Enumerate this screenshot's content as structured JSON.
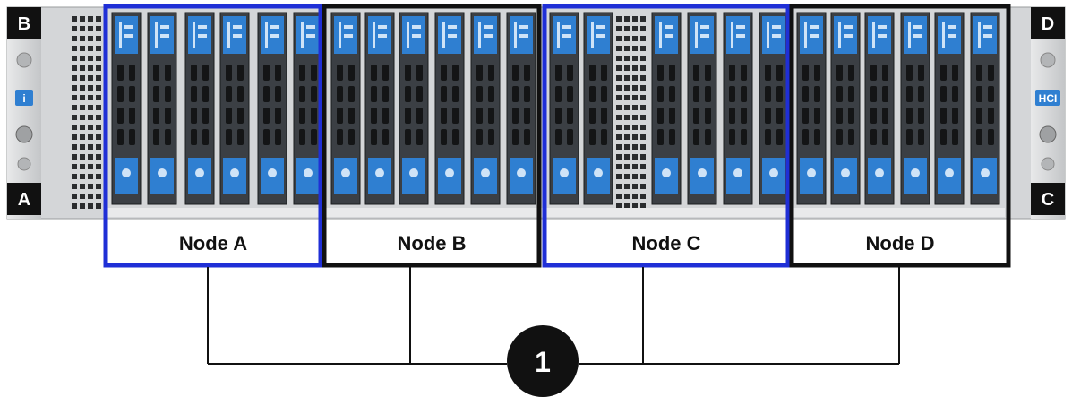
{
  "chassis": {
    "corner_labels": {
      "top_left": "B",
      "bottom_left": "A",
      "top_right": "D",
      "bottom_right": "C"
    },
    "right_ear_badge": "HCI",
    "left_ear_badge_icon": "info-icon"
  },
  "nodes": [
    {
      "id": "node-a",
      "label": "Node A",
      "border_color": "#1f2fd6"
    },
    {
      "id": "node-b",
      "label": "Node B",
      "border_color": "#111111"
    },
    {
      "id": "node-c",
      "label": "Node C",
      "border_color": "#1f2fd6"
    },
    {
      "id": "node-d",
      "label": "Node D",
      "border_color": "#111111"
    }
  ],
  "callout": {
    "number": "1"
  },
  "colors": {
    "drive_blue": "#2f7fd1",
    "drive_face": "#3b3f44",
    "chassis_gray": "#cfd1d3",
    "highlight_blue": "#1f2fd6"
  }
}
